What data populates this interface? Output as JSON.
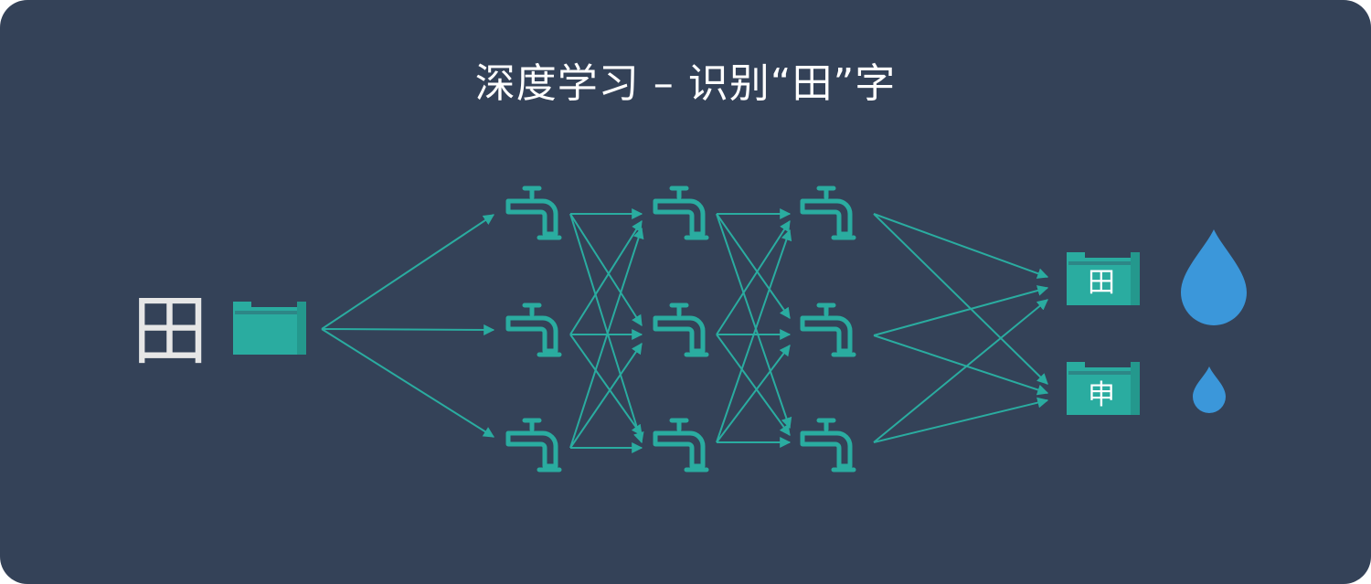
{
  "title": "深度学习 – 识别“田”字",
  "input_character": "田",
  "outputs": [
    {
      "label": "田",
      "drop": "large"
    },
    {
      "label": "申",
      "drop": "small"
    }
  ],
  "layers": {
    "count": 3,
    "nodes_per_layer": 3
  },
  "icons": {
    "input_box": "water-tank-icon",
    "node": "water-faucet-icon",
    "output_drop": "water-drop-icon"
  },
  "colors": {
    "background": "#344258",
    "accent": "#2aaca0",
    "drop": "#3b97da",
    "text": "#ffffff"
  }
}
